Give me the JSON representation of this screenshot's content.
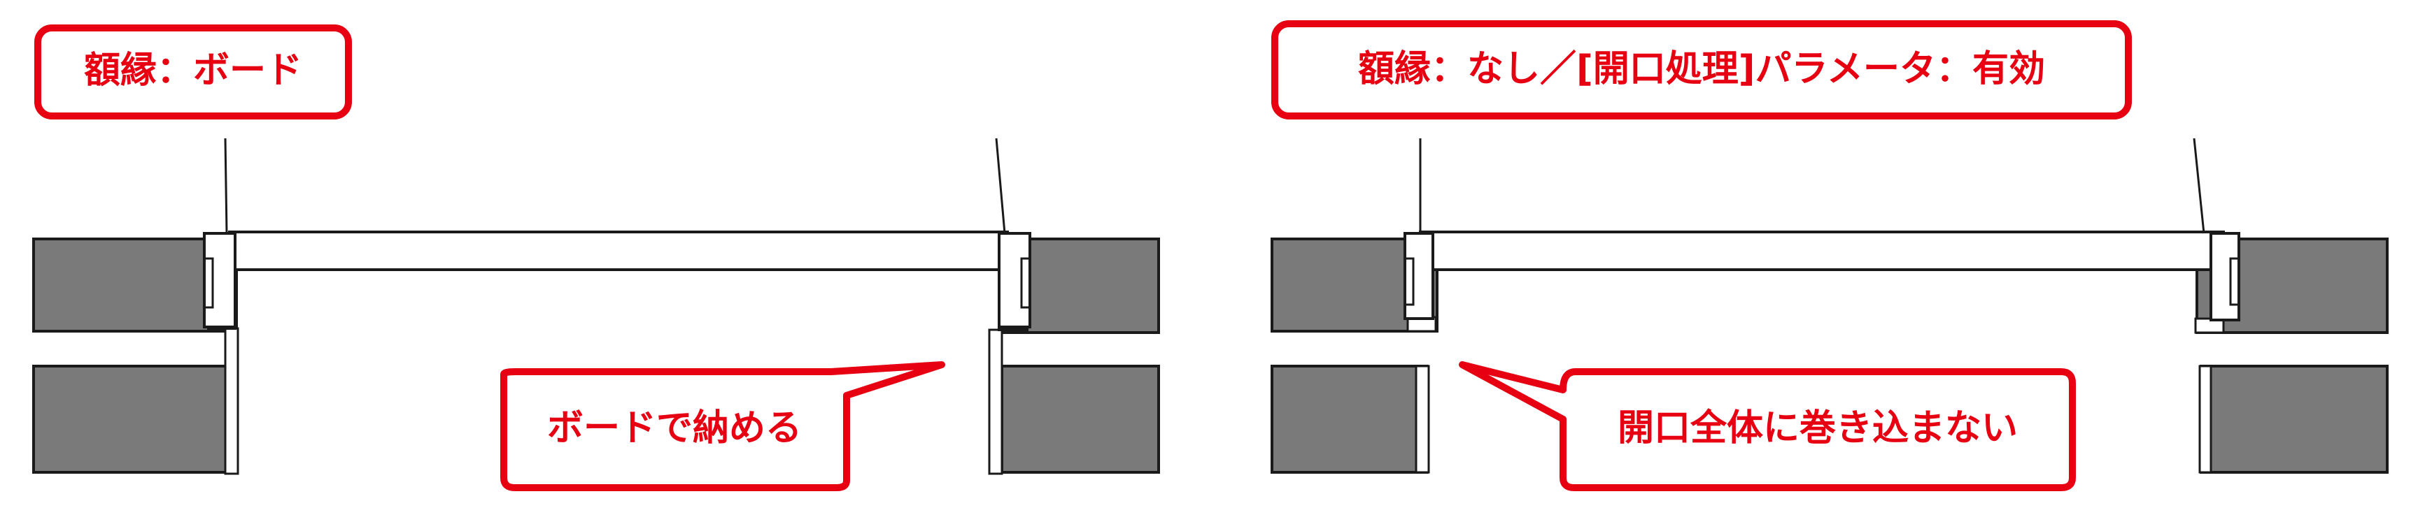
{
  "left_panel": {
    "title": "額縁：ボード",
    "callout": "ボードで納める"
  },
  "right_panel": {
    "title": "額縁：なし／[開口処理]パラメータ：有効",
    "callout": "開口全体に巻き込まない"
  },
  "colors": {
    "accent": "#e60012",
    "wall_fill": "#7a7a7a",
    "line": "#1a1a1a",
    "background": "#ffffff"
  }
}
